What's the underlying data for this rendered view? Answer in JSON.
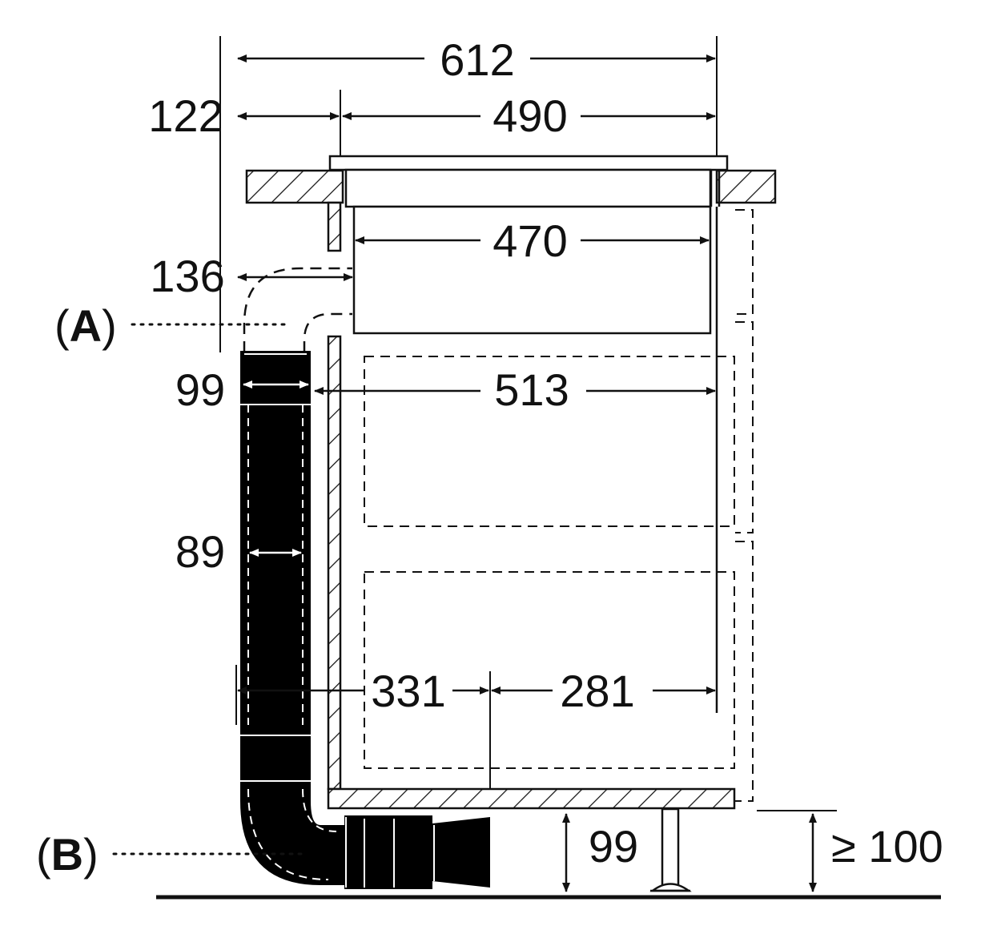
{
  "dimensions": {
    "overall_width": "612",
    "left_offset": "122",
    "hob_width": "490",
    "unit_width": "470",
    "duct_offset": "136",
    "duct_outer": "99",
    "cabinet_depth": "513",
    "duct_inner": "89",
    "bottom_left": "331",
    "bottom_right": "281",
    "plinth_height": "99",
    "min_clearance": "≥ 100"
  },
  "labels": {
    "a": {
      "open": "(",
      "letter": "A",
      "close": ")"
    },
    "b": {
      "open": "(",
      "letter": "B",
      "close": ")"
    }
  },
  "colors": {
    "ink": "#111111",
    "paper": "#ffffff",
    "duct": "#000000"
  }
}
